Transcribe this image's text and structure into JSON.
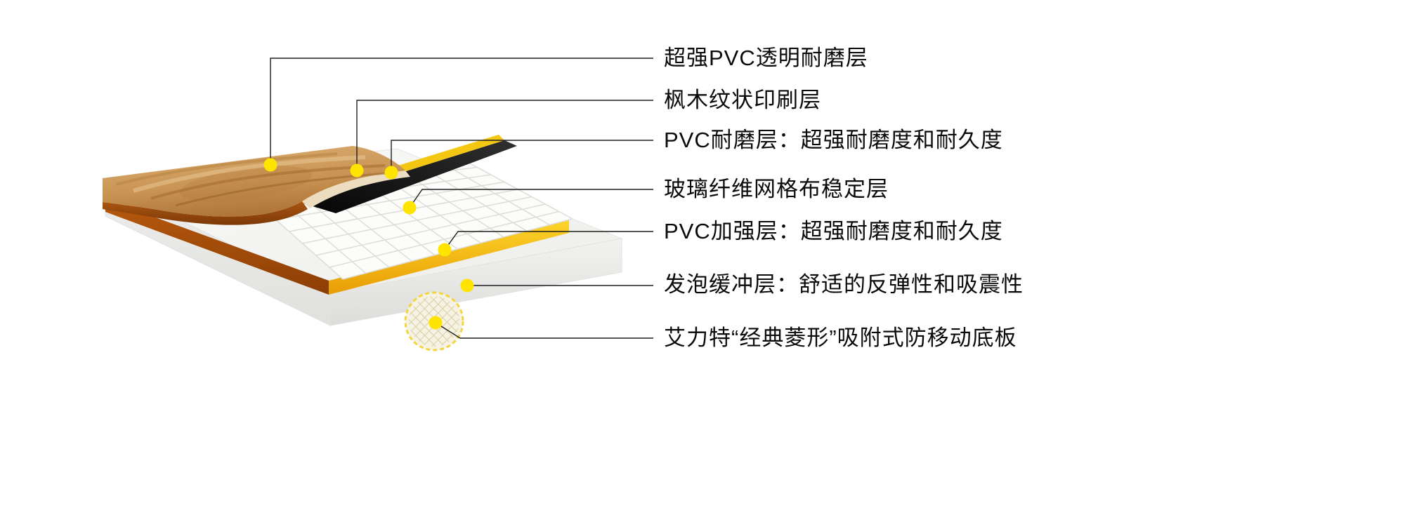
{
  "diagram": {
    "title": "PVC sports flooring layer structure",
    "labels": [
      {
        "id": 1,
        "text": "超强PVC透明耐磨层"
      },
      {
        "id": 2,
        "text": "枫木纹状印刷层"
      },
      {
        "id": 3,
        "text": "PVC耐磨层：超强耐磨度和耐久度"
      },
      {
        "id": 4,
        "text": "玻璃纤维网格布稳定层"
      },
      {
        "id": 5,
        "text": "PVC加强层：超强耐磨度和耐久度"
      },
      {
        "id": 6,
        "text": "发泡缓冲层：舒适的反弹性和吸震性"
      },
      {
        "id": 7,
        "text": "艾力特“经典菱形”吸附式防移动底板"
      }
    ],
    "colors": {
      "background": "#ffffff",
      "marker_dot": "#ffe400",
      "leader_line": "#1f1f1f",
      "label_text": "#0a0a0a",
      "wood_light": "#ddb176",
      "wood_dark": "#b0763a",
      "wood_edge": "#a85210",
      "pvc_black": "#0d0d0d",
      "pvc_yellow_edge": "#f4c713",
      "reinforce_yellow": "#f9ca1c",
      "reinforce_orange": "#b05009",
      "mesh_white": "#fcfcfb",
      "mesh_grid": "#dcdcd8",
      "foam_white": "#f4f4f2",
      "diamond_base": "#f7f3e4"
    }
  }
}
